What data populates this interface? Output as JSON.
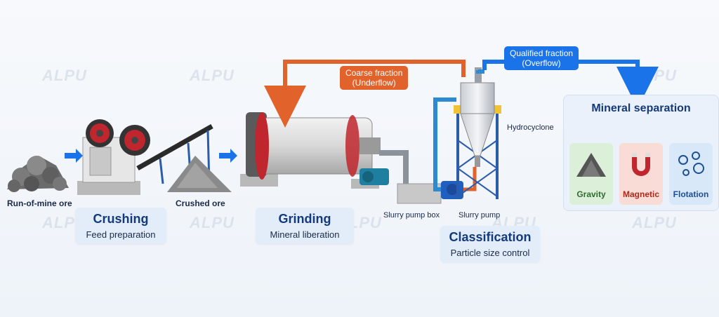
{
  "watermark": "ALPU",
  "labels": {
    "ore": "Run-of-mine ore",
    "crushed": "Crushed ore",
    "pump_box": "Slurry pump box",
    "pump": "Slurry pump",
    "hydrocyclone": "Hydrocyclone"
  },
  "stages": {
    "crushing": {
      "title": "Crushing",
      "sub": "Feed preparation"
    },
    "grinding": {
      "title": "Grinding",
      "sub": "Mineral liberation"
    },
    "classification": {
      "title": "Classification",
      "sub": "Particle size control"
    }
  },
  "callouts": {
    "coarse_line1": "Coarse fraction",
    "coarse_line2": "(Underflow)",
    "qualified_line1": "Qualified fraction",
    "qualified_line2": "(Overflow)"
  },
  "separation": {
    "title": "Mineral separation",
    "methods": [
      {
        "label": "Gravity",
        "color": "#2f6b2f",
        "bg": "#dcefd9"
      },
      {
        "label": "Magnetic",
        "color": "#b0281c",
        "bg": "#f9dcd6"
      },
      {
        "label": "Flotation",
        "color": "#1d4f93",
        "bg": "#d8e8f8"
      }
    ]
  },
  "colors": {
    "accent_blue": "#1a73e8",
    "accent_orange": "#e2622b",
    "title_navy": "#133a7a"
  }
}
